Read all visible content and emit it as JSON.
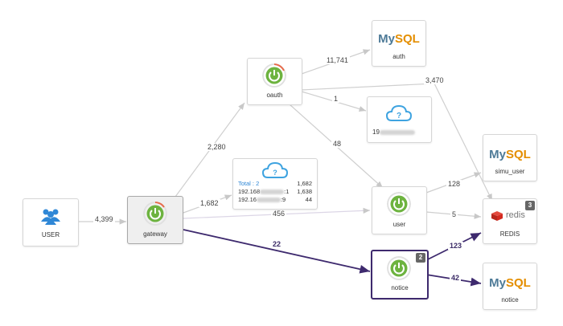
{
  "nodes": {
    "user_client": {
      "label": "USER"
    },
    "gateway": {
      "label": "gateway"
    },
    "oauth": {
      "label": "oauth"
    },
    "mysql_auth": {
      "logo_my": "My",
      "logo_sql": "SQL",
      "label": "auth"
    },
    "unknown_cloud_1": {
      "label_prefix": "19",
      "label_icon": "?"
    },
    "unknown_cloud_2": {
      "label_icon": "?",
      "total": "Total : 2",
      "total_value": "1,682",
      "rows": [
        {
          "ip_prefix": "192.168",
          "ip_suffix": ":1",
          "value": "1,638"
        },
        {
          "ip_prefix": "192.16",
          "ip_suffix": ":9",
          "value": "44"
        }
      ]
    },
    "user_service": {
      "label": "user"
    },
    "mysql_simu_user": {
      "logo_my": "My",
      "logo_sql": "SQL",
      "label": "simu_user"
    },
    "redis": {
      "label": "REDIS",
      "logo_text": "redis",
      "badge": "3"
    },
    "notice": {
      "label": "notice",
      "badge": "2"
    },
    "mysql_notice": {
      "logo_my": "My",
      "logo_sql": "SQL",
      "label": "notice"
    }
  },
  "edges": {
    "user_to_gateway": "4,399",
    "gateway_to_oauth": "2,280",
    "gateway_to_cloud2": "1,682",
    "gateway_to_user": "456",
    "gateway_to_notice": "22",
    "oauth_to_mysql_auth": "11,741",
    "oauth_to_redis": "3,470",
    "oauth_to_cloud1": "1",
    "oauth_to_user": "48",
    "user_to_simu_user": "128",
    "user_to_redis": "5",
    "notice_to_redis": "123",
    "notice_to_mysql_notice": "42"
  },
  "colors": {
    "spring_green": "#6db33f",
    "spring_ring": "#e0e0e0",
    "cloud_blue": "#3ea3e0",
    "user_blue": "#2f87d6",
    "redis_red": "#d42a20",
    "edge_grey": "#cfcfcf",
    "edge_purple": "#3e2a6e"
  }
}
